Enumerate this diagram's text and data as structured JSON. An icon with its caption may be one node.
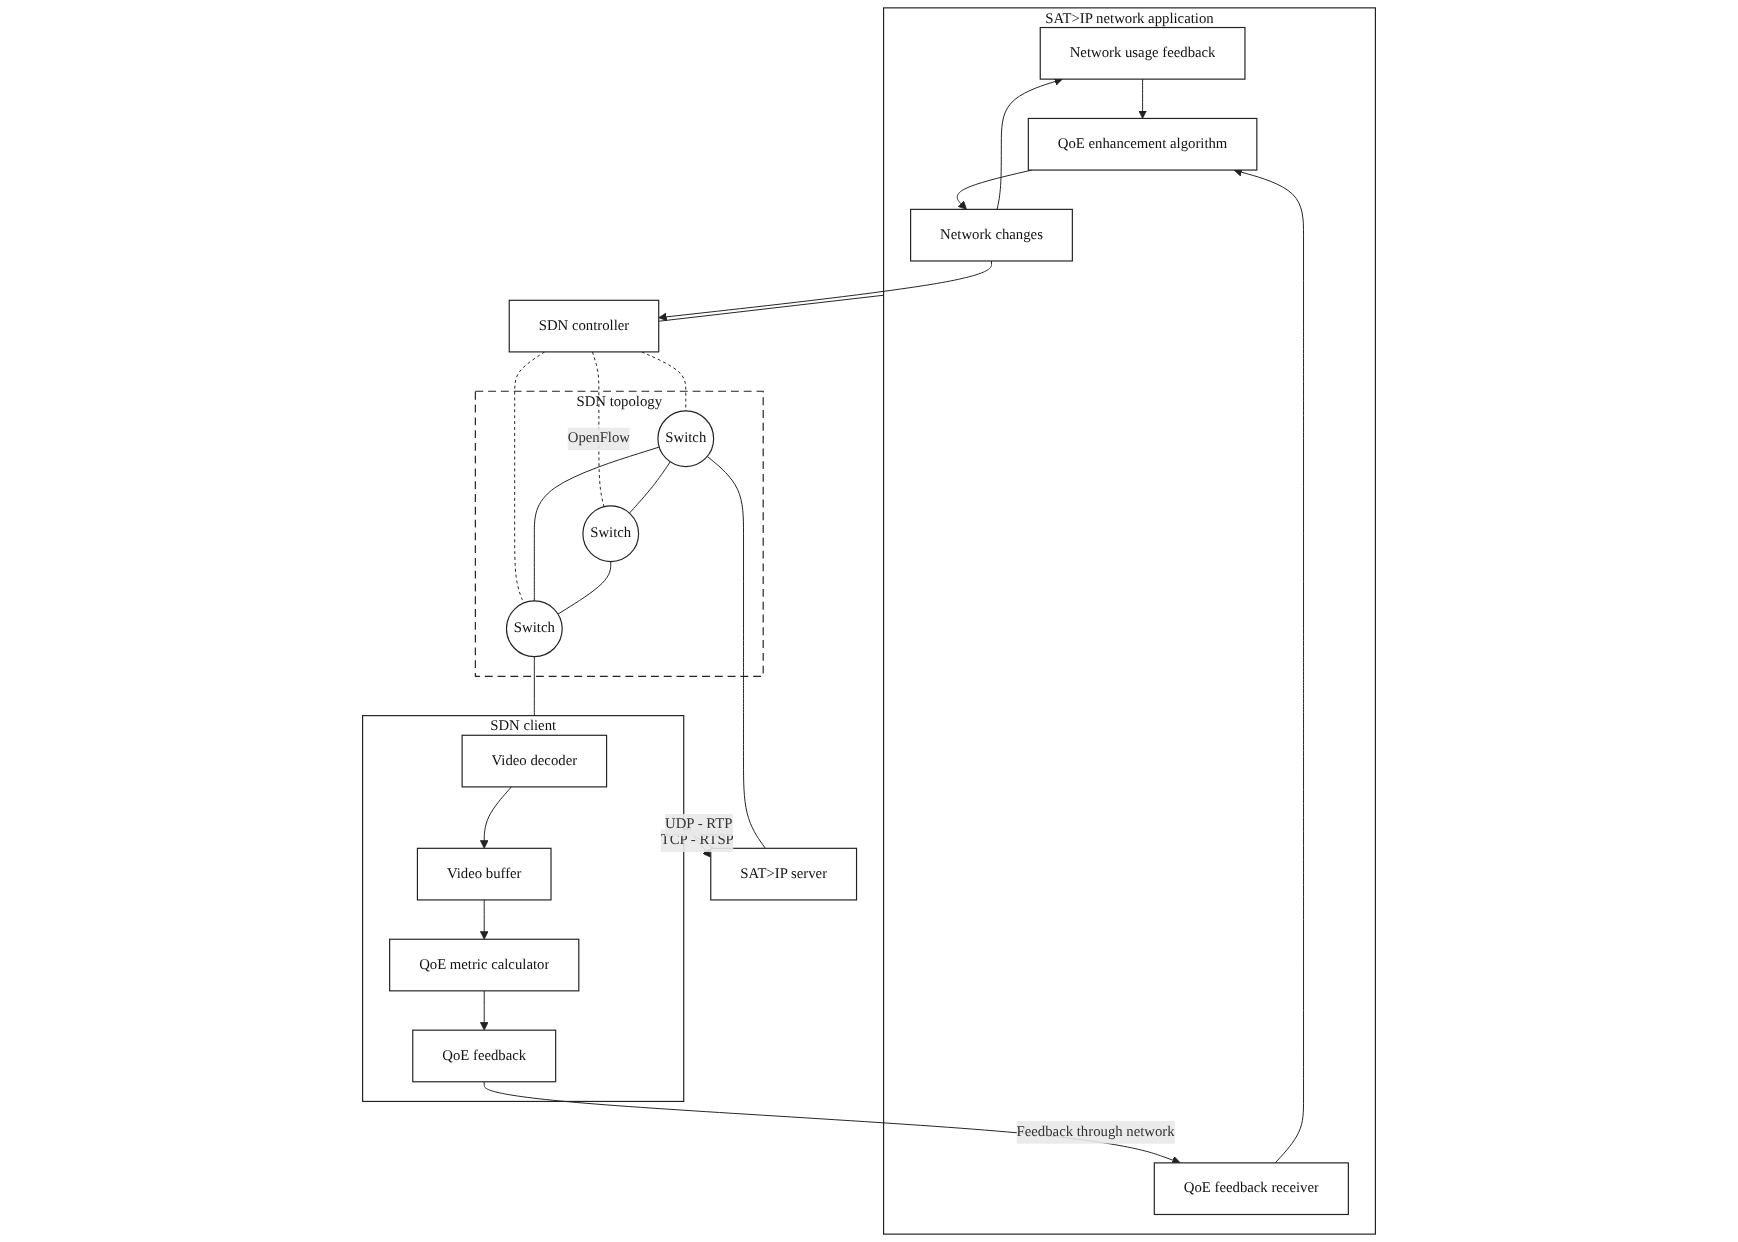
{
  "diagram": {
    "nodes": [
      {
        "text": [
          "SAT>IP network application"
        ]
      },
      {
        "text": [
          "Network usage feedback"
        ],
        "in": 0
      },
      {
        "text": [
          "QoE feedback receiver"
        ],
        "in": 0
      },
      {
        "text": [
          "QoE enhancement algorithm"
        ],
        "in": 0
      },
      {
        "text": [
          "Network changes"
        ],
        "in": 0
      },
      {
        "text": [
          "SDN controller"
        ]
      },
      {
        "text": [
          "SDN topology"
        ]
      },
      {
        "text": [
          "Switch"
        ],
        "in": 6
      },
      {
        "text": [
          "Switch"
        ],
        "in": 6
      },
      {
        "text": [
          "Switch"
        ],
        "in": 6
      },
      {
        "text": [
          "SAT>IP server"
        ]
      },
      {
        "text": [
          "SDN client"
        ]
      },
      {
        "text": [
          "Video decoder"
        ],
        "in": 11
      },
      {
        "text": [
          "Video buffer"
        ],
        "in": 11
      },
      {
        "text": [
          "QoE metric calculator"
        ],
        "in": 11
      },
      {
        "text": [
          "QoE feedback"
        ],
        "in": 11
      }
    ],
    "edges": [
      {
        "from": 1,
        "to": 3,
        "arrow": "to"
      },
      {
        "from": 2,
        "to": 3,
        "arrow": "to"
      },
      {
        "from": 3,
        "to": 4,
        "arrow": "to"
      },
      {
        "from": 4,
        "to": 1,
        "arrow": "to"
      },
      {
        "from": 4,
        "to": 5,
        "arrow": "to"
      },
      {
        "from": 0,
        "to": 5,
        "arrow": "none"
      },
      {
        "from": 5,
        "to": 7,
        "arrow": "none",
        "style": "dashed"
      },
      {
        "from": 5,
        "to": 9,
        "arrow": "none",
        "style": "dashed",
        "label": "OpenFlow"
      },
      {
        "from": 5,
        "to": 8,
        "arrow": "none",
        "style": "dashed"
      },
      {
        "from": 10,
        "to": 7,
        "arrow": "none"
      },
      {
        "from": 7,
        "to": 8,
        "arrow": "none"
      },
      {
        "from": 7,
        "to": 9,
        "arrow": "none"
      },
      {
        "from": 9,
        "to": 8,
        "arrow": "none"
      },
      {
        "from": 8,
        "to": 11,
        "arrow": "none"
      },
      {
        "from": 12,
        "to": 13,
        "arrow": "to"
      },
      {
        "from": 13,
        "to": 14,
        "arrow": "to"
      },
      {
        "from": 14,
        "to": 15,
        "arrow": "to"
      },
      {
        "from": 15,
        "to": 2,
        "arrow": "to",
        "label": "Feedback through network"
      },
      {
        "from": 11,
        "to": 10,
        "arrow": "to",
        "label": "TCP - RTSP"
      },
      {
        "from": 10,
        "to": 11,
        "arrow": "to",
        "label": "UDP - RTP"
      }
    ]
  }
}
